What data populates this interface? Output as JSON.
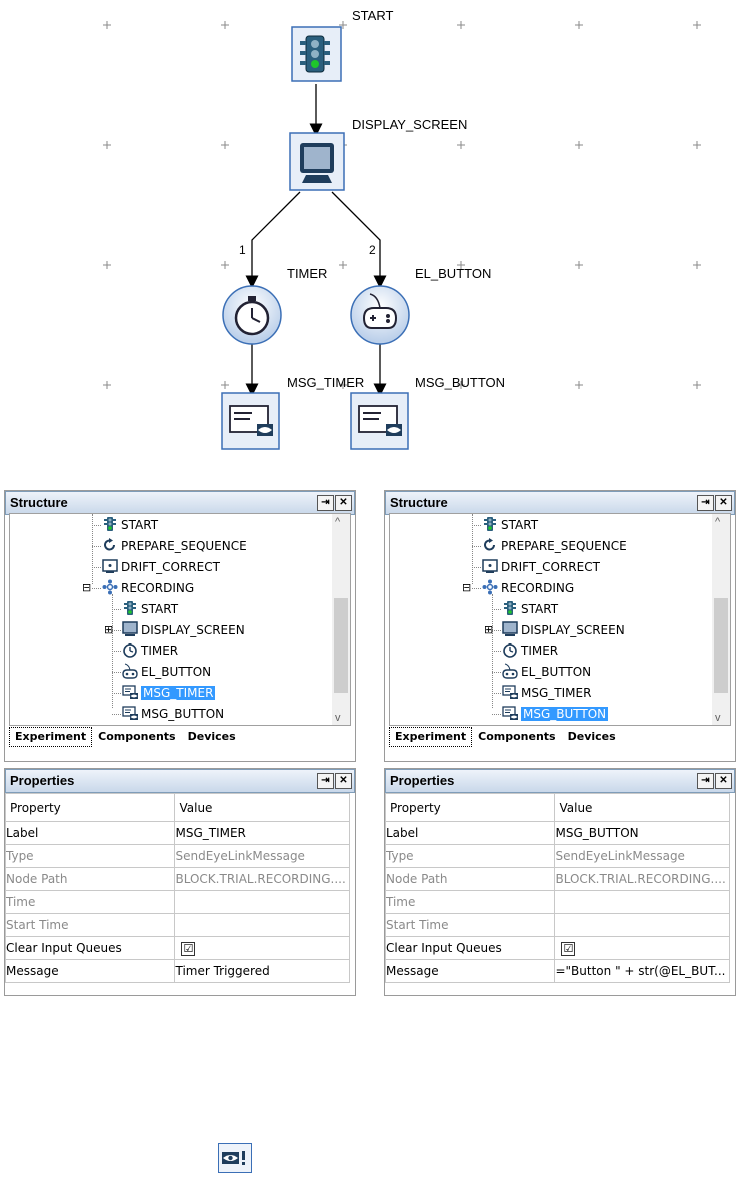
{
  "flow": {
    "nodes": {
      "start": "START",
      "display_screen": "DISPLAY_SCREEN",
      "timer": "TIMER",
      "el_button": "EL_BUTTON",
      "msg_timer": "MSG_TIMER",
      "msg_button": "MSG_BUTTON"
    },
    "branch_labels": {
      "one": "1",
      "two": "2"
    }
  },
  "panels": [
    {
      "structure_title": "Structure",
      "tree": [
        "START",
        "PREPARE_SEQUENCE",
        "DRIFT_CORRECT",
        "RECORDING",
        "START",
        "DISPLAY_SCREEN",
        "TIMER",
        "EL_BUTTON",
        "MSG_TIMER",
        "MSG_BUTTON"
      ],
      "selected": "MSG_TIMER",
      "tabs": [
        "Experiment",
        "Components",
        "Devices"
      ],
      "properties_title": "Properties",
      "columns": [
        "Property",
        "Value"
      ],
      "rows": [
        {
          "property": "Label",
          "value": "MSG_TIMER"
        },
        {
          "property": "Type",
          "value": "SendEyeLinkMessage"
        },
        {
          "property": "Node Path",
          "value": "BLOCK.TRIAL.RECORDING...."
        },
        {
          "property": "Time",
          "value": ""
        },
        {
          "property": "Start Time",
          "value": ""
        },
        {
          "property": "Clear Input Queues",
          "value": "☑"
        },
        {
          "property": "Message",
          "value": "Timer Triggered"
        }
      ]
    },
    {
      "structure_title": "Structure",
      "tree": [
        "START",
        "PREPARE_SEQUENCE",
        "DRIFT_CORRECT",
        "RECORDING",
        "START",
        "DISPLAY_SCREEN",
        "TIMER",
        "EL_BUTTON",
        "MSG_TIMER",
        "MSG_BUTTON"
      ],
      "selected": "MSG_BUTTON",
      "tabs": [
        "Experiment",
        "Components",
        "Devices"
      ],
      "properties_title": "Properties",
      "columns": [
        "Property",
        "Value"
      ],
      "rows": [
        {
          "property": "Label",
          "value": "MSG_BUTTON"
        },
        {
          "property": "Type",
          "value": "SendEyeLinkMessage"
        },
        {
          "property": "Node Path",
          "value": "BLOCK.TRIAL.RECORDING...."
        },
        {
          "property": "Time",
          "value": ""
        },
        {
          "property": "Start Time",
          "value": ""
        },
        {
          "property": "Clear Input Queues",
          "value": "☑"
        },
        {
          "property": "Message",
          "value": "=\"Button \" + str(@EL_BUT..."
        }
      ]
    }
  ],
  "pin_glyph": "⇥",
  "close_glyph": "✕",
  "colors": {
    "selection": "#3399ff",
    "node_border": "#3b6fb6",
    "header": "#c9d8ea"
  }
}
